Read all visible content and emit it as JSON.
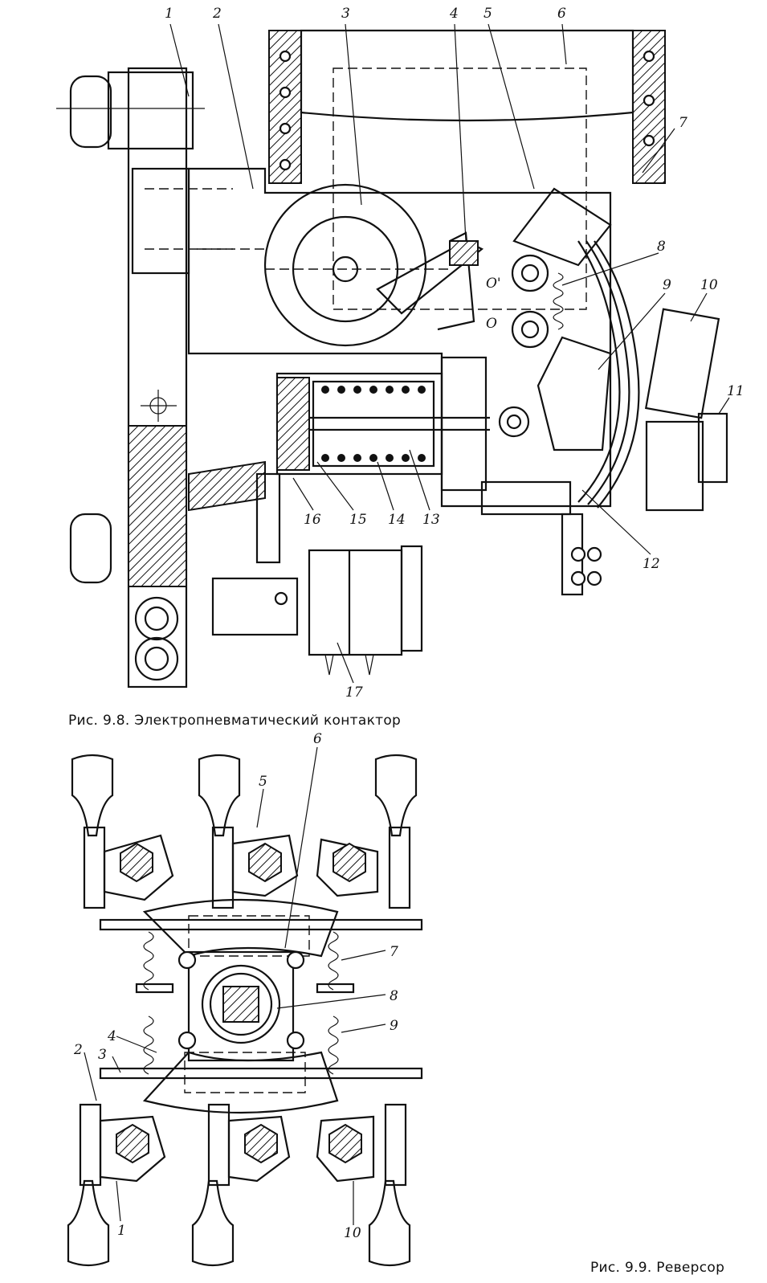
{
  "figure_1": {
    "caption": "Рис. 9.8. Электропневматический контактор",
    "labels": [
      "1",
      "2",
      "3",
      "4",
      "5",
      "6",
      "7",
      "8",
      "9",
      "10",
      "11",
      "12",
      "13",
      "14",
      "15",
      "16",
      "17"
    ],
    "point_labels": [
      "O'",
      "O"
    ]
  },
  "figure_2": {
    "caption": "Рис. 9.9. Реверсор",
    "labels": [
      "1",
      "2",
      "3",
      "4",
      "5",
      "6",
      "7",
      "8",
      "9",
      "10"
    ]
  }
}
